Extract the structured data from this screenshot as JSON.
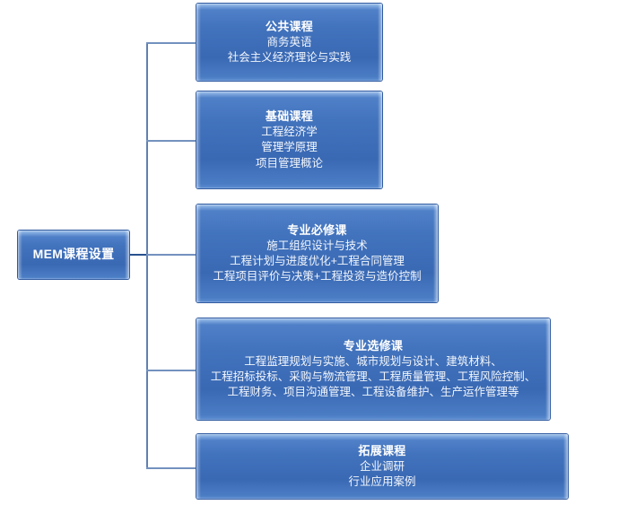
{
  "diagram": {
    "title": "MEM课程设置",
    "root": {
      "label": "MEM课程设置"
    },
    "accent_color": "#4273bd",
    "line_color": "#28518f",
    "text_color": "#ffffff",
    "nodes": [
      {
        "title": "公共课程",
        "lines": [
          "商务英语",
          "社会主义经济理论与实践"
        ]
      },
      {
        "title": "基础课程",
        "lines": [
          "工程经济学",
          "管理学原理",
          "项目管理概论"
        ]
      },
      {
        "title": "专业必修课",
        "lines": [
          "施工组织设计与技术",
          "工程计划与进度优化+工程合同管理",
          "工程项目评价与决策+工程投资与造价控制"
        ]
      },
      {
        "title": "专业选修课",
        "lines": [
          "工程监理规划与实施、城市规划与设计、建筑材料、",
          "工程招标投标、采购与物流管理、工程质量管理、工程风险控制、",
          "工程财务、项目沟通管理、工程设备维护、生产运作管理等"
        ]
      },
      {
        "title": "拓展课程",
        "lines": [
          "企业调研",
          "行业应用案例"
        ]
      }
    ]
  }
}
